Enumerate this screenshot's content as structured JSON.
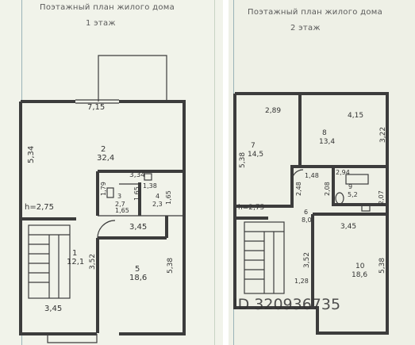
{
  "floor1": {
    "title": "Поэтажный план жилого дома",
    "subtitle": "1 этаж",
    "dims": {
      "top_width": "7,15",
      "left_height": "5,34",
      "bath_width": "3,34",
      "bath_vert": "1,79",
      "room3_h": "1,65",
      "room3_w": "1,65",
      "room4_w": "1,38",
      "room4_h": "1,65",
      "hall_width": "3,45",
      "entry_height": "3,52",
      "room5_height": "5,38",
      "bottom_width": "3,45",
      "ceiling": "h=2,75"
    },
    "rooms": [
      {
        "num": "2",
        "area": "32,4"
      },
      {
        "num": "3",
        "area": "2,7"
      },
      {
        "num": "4",
        "area": "2,3"
      },
      {
        "num": "1",
        "area": "12,1"
      },
      {
        "num": "5",
        "area": "18,6"
      }
    ]
  },
  "floor2": {
    "title": "Поэтажный план жилого дома",
    "subtitle": "2 этаж",
    "dims": {
      "room7_width": "2,89",
      "room8_width": "4,15",
      "room7_height": "5,38",
      "room8_height": "3,22",
      "corr_width": "1,48",
      "corr_height": "2,48",
      "bath_left": "2,08",
      "bath_width": "2,94",
      "bath_right": "2,07",
      "hall_width": "3,45",
      "stairs_height": "3,52",
      "room10_height": "5,38",
      "bottom_left": "1,28",
      "ceiling": "h=2,75"
    },
    "rooms": [
      {
        "num": "7",
        "area": "14,5"
      },
      {
        "num": "8",
        "area": "13,4"
      },
      {
        "num": "6",
        "area": "8,0"
      },
      {
        "num": "9",
        "area": "5,2"
      },
      {
        "num": "10",
        "area": "18,6"
      }
    ],
    "watermark": "ID 320936735"
  },
  "colors": {
    "paper": "#f1f3ea",
    "wall": "#3c3c3c",
    "text": "#333333",
    "edge_line": "#9ab3b8",
    "watermark": "#ffffff"
  }
}
